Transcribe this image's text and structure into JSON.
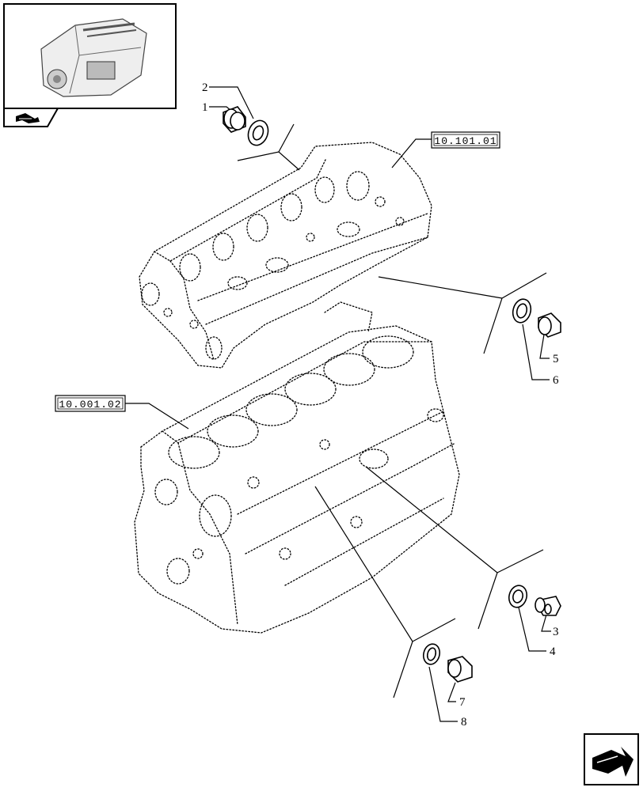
{
  "references": [
    {
      "id": "ref-cylinder-head",
      "text": "10.101.01"
    },
    {
      "id": "ref-crankcase",
      "text": "10.001.02"
    }
  ],
  "callouts": [
    {
      "id": "callout-1",
      "text": "1"
    },
    {
      "id": "callout-2",
      "text": "2"
    },
    {
      "id": "callout-3",
      "text": "3"
    },
    {
      "id": "callout-4",
      "text": "4"
    },
    {
      "id": "callout-5",
      "text": "5"
    },
    {
      "id": "callout-6",
      "text": "6"
    },
    {
      "id": "callout-7",
      "text": "7"
    },
    {
      "id": "callout-8",
      "text": "8"
    }
  ],
  "icons": {
    "thumbnail": "engine-thumbnail-icon",
    "view_tab": "previous-page-icon",
    "nav": "next-page-arrow-icon"
  }
}
